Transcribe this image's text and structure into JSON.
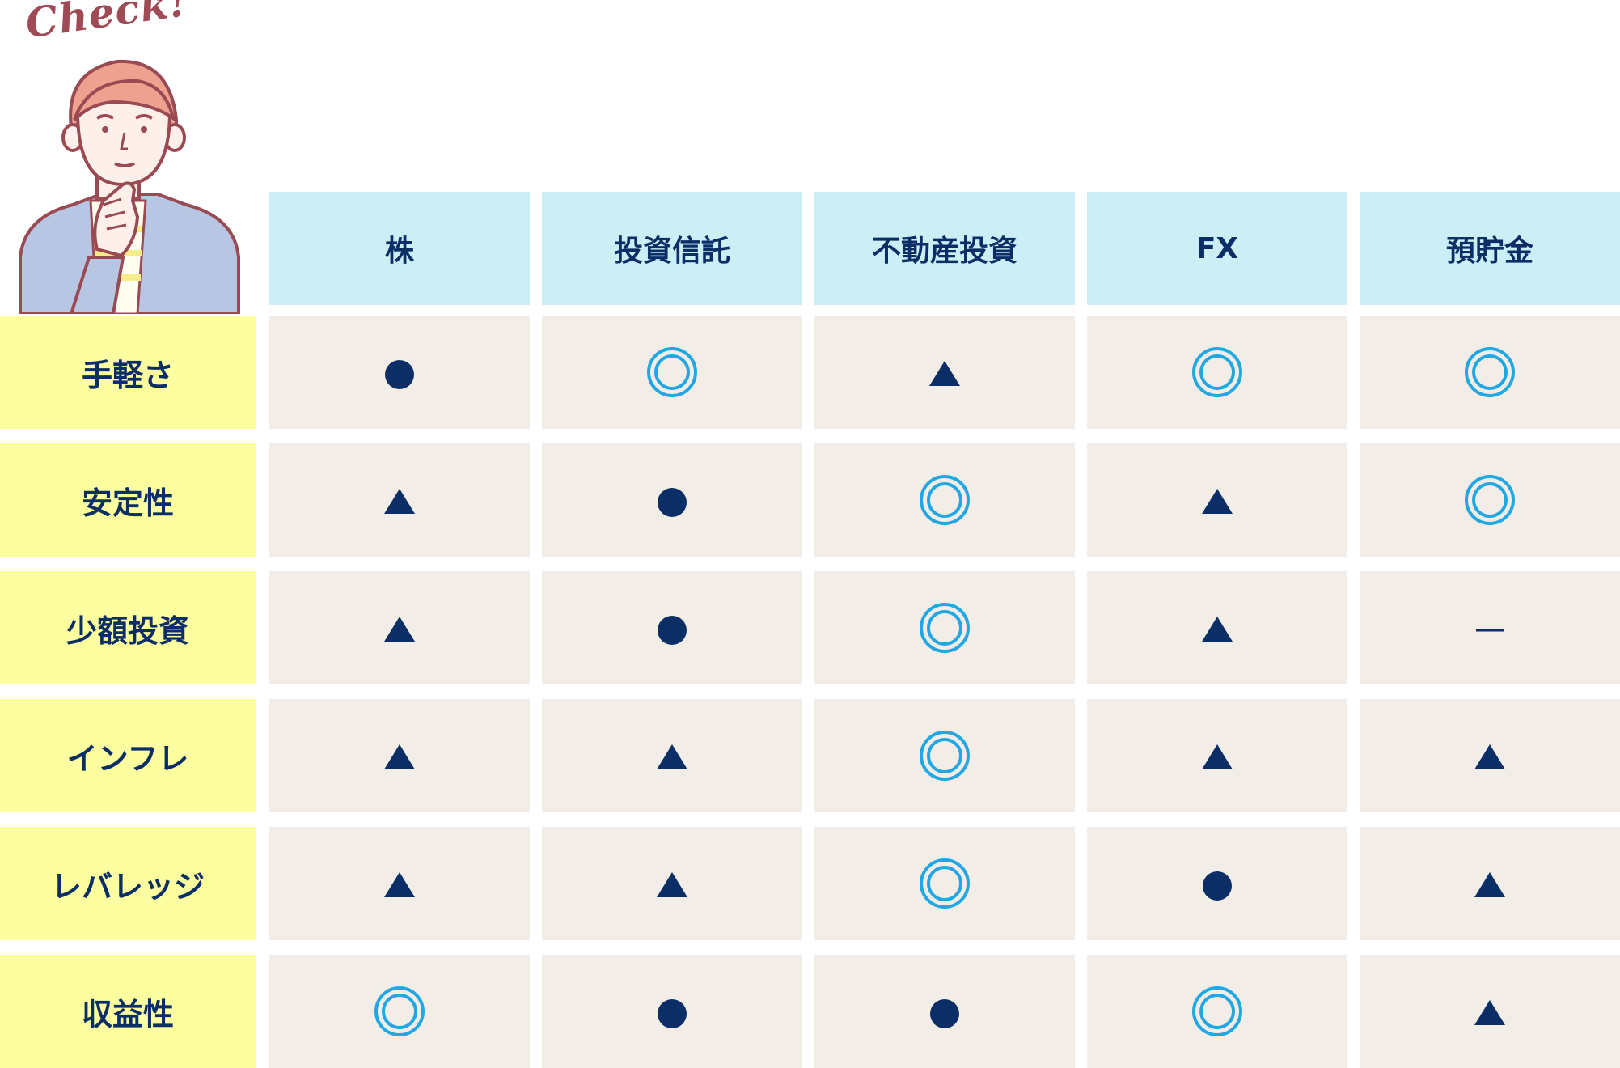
{
  "check_text": "Check!",
  "columns": [
    "株",
    "投資信託",
    "不動産投資",
    "FX",
    "預貯金"
  ],
  "rows": [
    {
      "label": "手軽さ",
      "marks": [
        "circle",
        "double-circle",
        "triangle",
        "double-circle",
        "double-circle"
      ]
    },
    {
      "label": "安定性",
      "marks": [
        "triangle",
        "circle",
        "double-circle",
        "triangle",
        "double-circle"
      ]
    },
    {
      "label": "少額投資",
      "marks": [
        "triangle",
        "circle",
        "double-circle",
        "triangle",
        "dash"
      ]
    },
    {
      "label": "インフレ",
      "marks": [
        "triangle",
        "triangle",
        "double-circle",
        "triangle",
        "triangle"
      ]
    },
    {
      "label": "レバレッジ",
      "marks": [
        "triangle",
        "triangle",
        "double-circle",
        "circle",
        "triangle"
      ]
    },
    {
      "label": "収益性",
      "marks": [
        "double-circle",
        "circle",
        "circle",
        "double-circle",
        "triangle"
      ]
    }
  ],
  "colors": {
    "header_bg": "#cceef5",
    "label_bg": "#fdfea0",
    "cell_bg": "#f3ede7",
    "navy": "#0c2e66",
    "cyan": "#20a7e4",
    "check": "#a04a56"
  }
}
